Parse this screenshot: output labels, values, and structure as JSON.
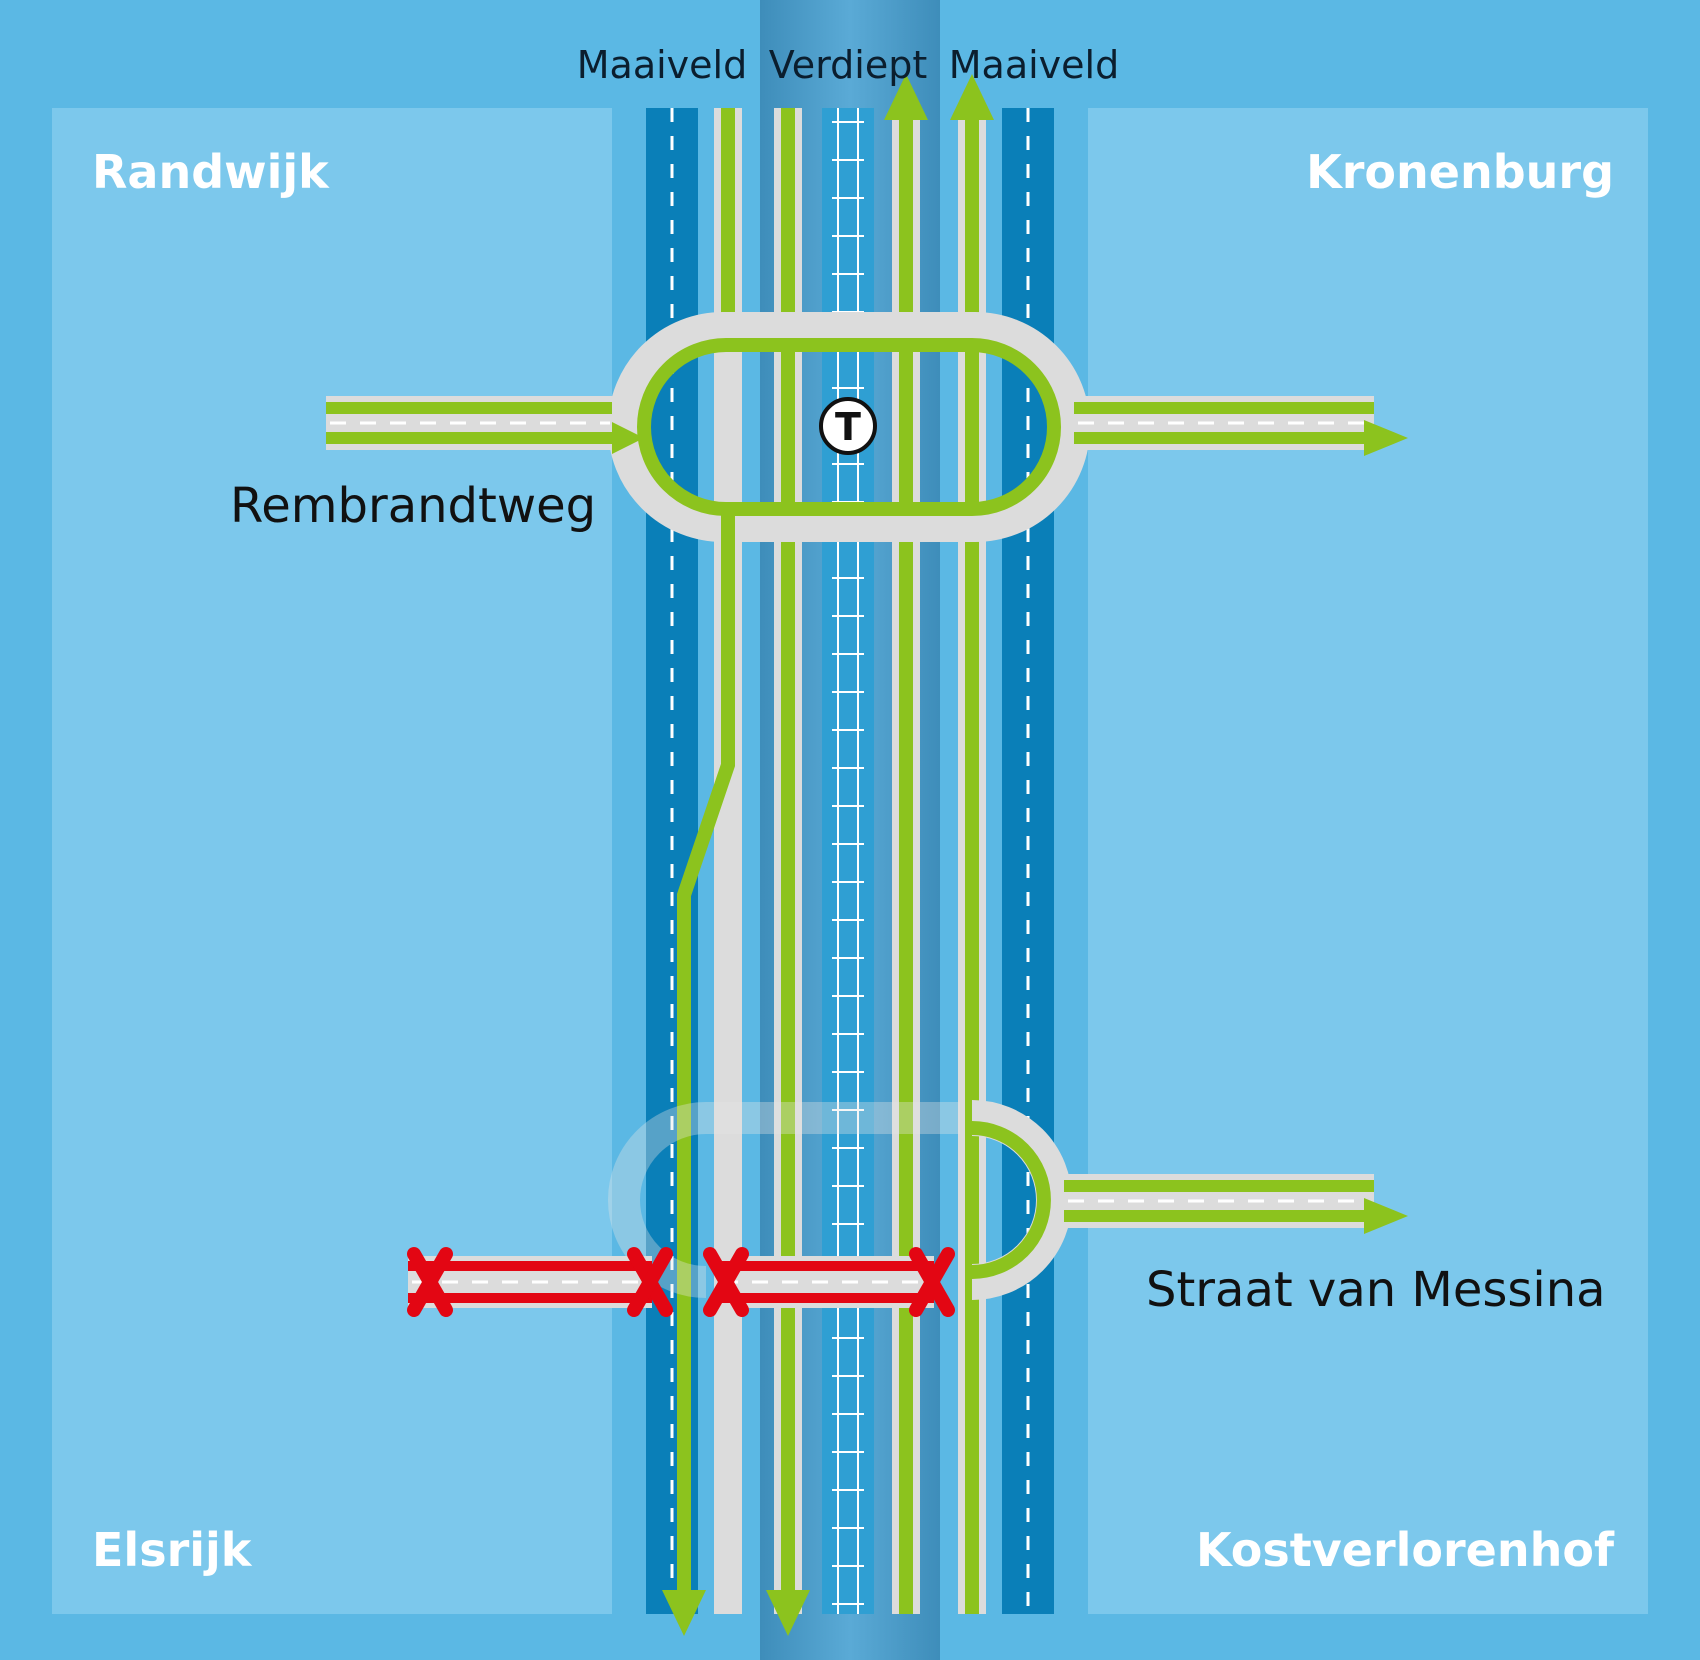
{
  "colors": {
    "background": "#5bb8e4",
    "district_area": "#7cc8ec",
    "lane_dark": "#0a7fb8",
    "lane_mid": "#2f9fd3",
    "sunken": "#4a9cc8",
    "road_grey": "#dcdcdc",
    "route_green": "#8cc31e",
    "closed_red": "#e30613",
    "text_dark": "#111111",
    "text_white": "#ffffff"
  },
  "column_labels": {
    "left": "Maaiveld",
    "center": "Verdiept",
    "right": "Maaiveld"
  },
  "districts": {
    "top_left": "Randwijk",
    "top_right": "Kronenburg",
    "bottom_left": "Elsrijk",
    "bottom_right": "Kostverlorenhof"
  },
  "streets": {
    "north": "Rembrandtweg",
    "south": "Straat van Messina"
  },
  "tram_stop": {
    "letter": "T",
    "icon": "tram-stop-icon"
  },
  "closures": {
    "icon": "cross-closure-icon",
    "count": 4
  }
}
